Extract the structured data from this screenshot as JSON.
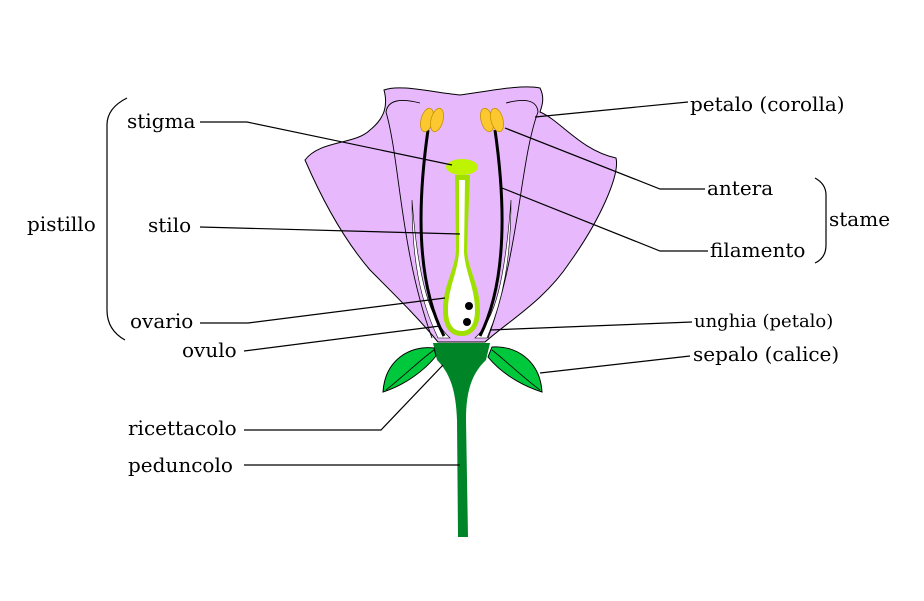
{
  "labels": {
    "petalo": "petalo (corolla)",
    "antera": "antera",
    "stame": "stame",
    "filamento": "filamento",
    "unghia": "unghia (petalo)",
    "sepalo": "sepalo (calice)",
    "stigma": "stigma",
    "stilo": "stilo",
    "pistillo": "pistillo",
    "ovario": "ovario",
    "ovulo": "ovulo",
    "ricettacolo": "ricettacolo",
    "peduncolo": "peduncolo"
  },
  "colors": {
    "petal": "#e8b8fc",
    "anther": "#fcc830",
    "pistil": "#a0e000",
    "stigma": "#bff400",
    "sepal": "#00c83c",
    "stem": "#008428"
  }
}
